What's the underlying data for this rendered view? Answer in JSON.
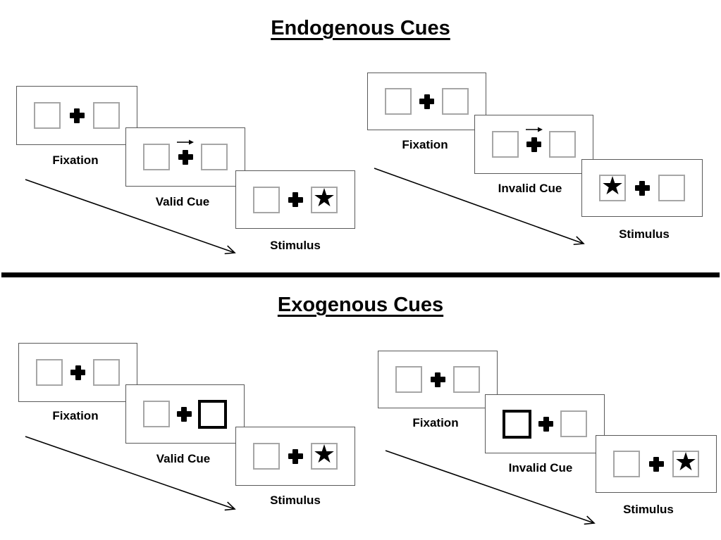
{
  "sections": [
    {
      "title": "Endogenous Cues",
      "groups": [
        {
          "name": "valid",
          "cue_type": "central-right-arrow-over-fixation-cross",
          "stimulus_star_side": "right",
          "panels": [
            {
              "label": "Fixation"
            },
            {
              "label": "Valid Cue"
            },
            {
              "label": "Stimulus"
            }
          ]
        },
        {
          "name": "invalid",
          "cue_type": "central-right-arrow-over-fixation-cross",
          "stimulus_star_side": "left",
          "panels": [
            {
              "label": "Fixation"
            },
            {
              "label": "Invalid Cue"
            },
            {
              "label": "Stimulus"
            }
          ]
        }
      ]
    },
    {
      "title": "Exogenous Cues",
      "groups": [
        {
          "name": "valid",
          "cue_type": "bold-peripheral-box-right",
          "stimulus_star_side": "right",
          "panels": [
            {
              "label": "Fixation"
            },
            {
              "label": "Valid Cue"
            },
            {
              "label": "Stimulus"
            }
          ]
        },
        {
          "name": "invalid",
          "cue_type": "bold-peripheral-box-left",
          "stimulus_star_side": "right",
          "panels": [
            {
              "label": "Fixation"
            },
            {
              "label": "Invalid Cue"
            },
            {
              "label": "Stimulus"
            }
          ]
        }
      ]
    }
  ],
  "symbols": {
    "star": "★"
  },
  "colors": {
    "background": "#ffffff",
    "panel_border": "#595959",
    "box_border": "#a6a6a6",
    "bold_box_border": "#000000",
    "divider": "#000000",
    "text": "#000000"
  }
}
